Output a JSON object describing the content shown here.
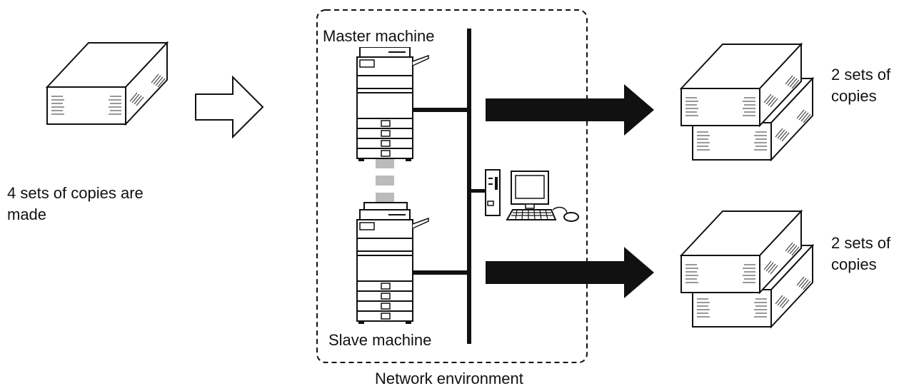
{
  "source": {
    "caption_line1": "4 sets of copies are",
    "caption_line2": "made"
  },
  "network": {
    "master_label": "Master machine",
    "slave_label": "Slave machine",
    "environment_label": "Network environment"
  },
  "outputs": [
    {
      "line1": "2 sets of",
      "line2": "copies"
    },
    {
      "line1": "2 sets of",
      "line2": "copies"
    }
  ],
  "colors": {
    "line": "#111111",
    "link_dash": "#bbbbbb",
    "background": "#ffffff"
  },
  "icons": [
    "paper-stack-icon",
    "hollow-arrow-icon",
    "copier-icon",
    "desktop-computer-icon",
    "solid-arrow-icon"
  ]
}
